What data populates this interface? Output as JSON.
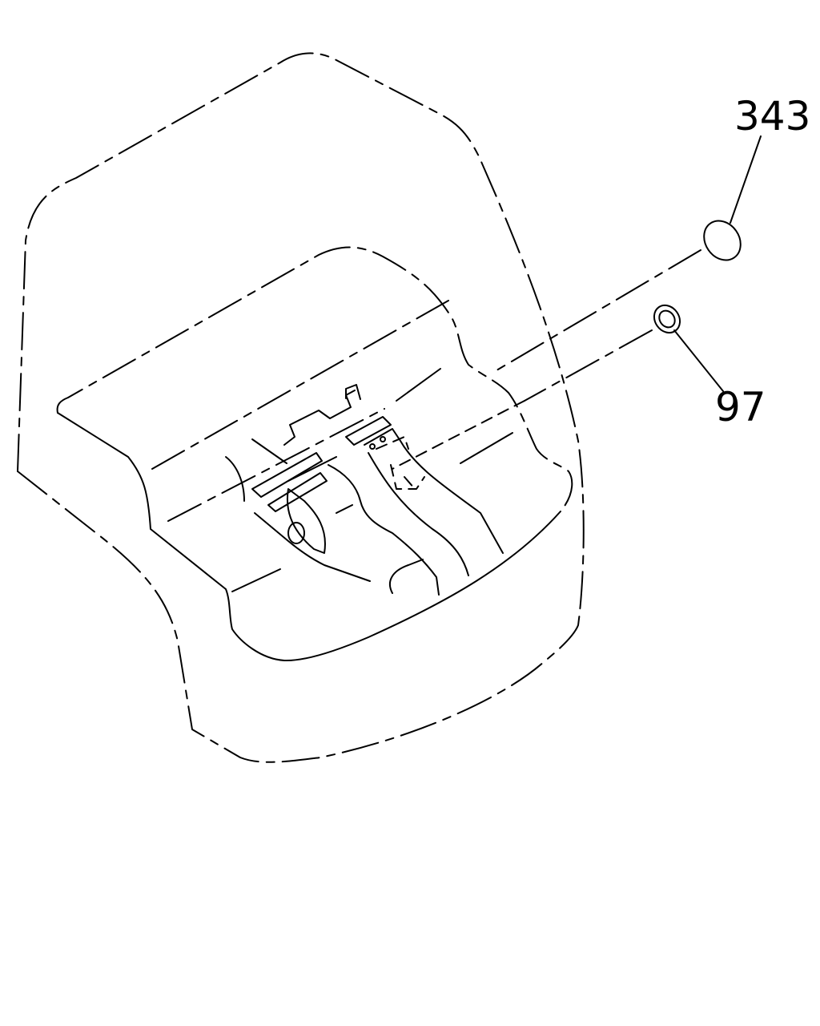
{
  "callouts": [
    {
      "id": "343",
      "label": "343"
    },
    {
      "id": "97",
      "label": "97"
    }
  ],
  "colors": {
    "line": "#000000",
    "background": "#ffffff"
  }
}
